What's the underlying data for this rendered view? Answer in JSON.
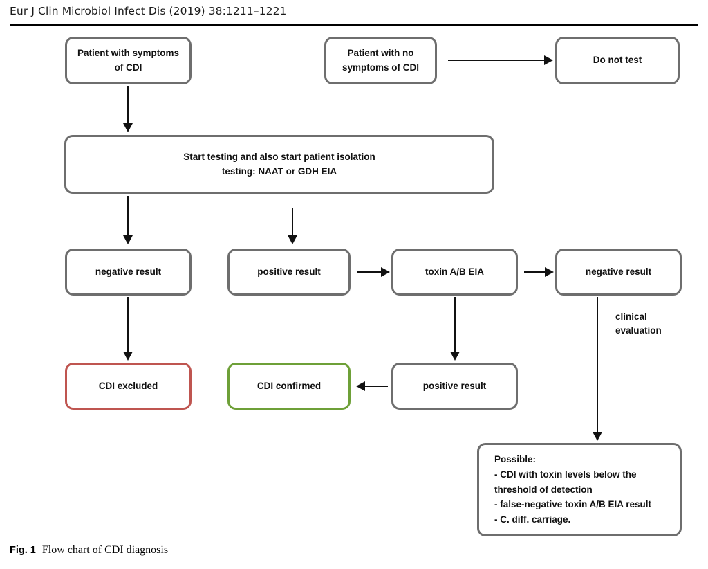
{
  "header": {
    "running_head": "Eur J Clin Microbiol Infect Dis (2019) 38:1211–1221"
  },
  "caption": {
    "figure_number": "Fig. 1",
    "figure_text": "Flow chart of CDI diagnosis"
  },
  "colors": {
    "box_border_default": "#6e6e6e",
    "box_border_excluded": "#bf5550",
    "box_border_confirmed": "#6ea038",
    "connector": "#111111",
    "text": "#111111",
    "background": "#ffffff"
  },
  "flowchart": {
    "title": "Flow chart of CDI diagnosis",
    "nodes": [
      {
        "id": "patient-with-symptoms",
        "label": "Patient with symptoms\nof CDI",
        "style": "default"
      },
      {
        "id": "patient-no-symptoms",
        "label": "Patient with no\nsymptoms of CDI",
        "style": "default"
      },
      {
        "id": "do-not-test",
        "label": "Do not test",
        "style": "default"
      },
      {
        "id": "start-testing",
        "label": "Start testing and also start patient isolation\ntesting: NAAT or GDH EIA",
        "style": "default"
      },
      {
        "id": "negative-result-screen",
        "label": "negative result",
        "style": "default"
      },
      {
        "id": "positive-result-screen",
        "label": "positive result",
        "style": "default"
      },
      {
        "id": "toxin-ab-eia",
        "label": "toxin A/B EIA",
        "style": "default"
      },
      {
        "id": "negative-result-toxin",
        "label": "negative result",
        "style": "default"
      },
      {
        "id": "cdi-excluded",
        "label": "CDI excluded",
        "style": "red"
      },
      {
        "id": "cdi-confirmed",
        "label": "CDI confirmed",
        "style": "green"
      },
      {
        "id": "positive-result-toxin",
        "label": "positive result",
        "style": "default"
      },
      {
        "id": "possible-outcomes",
        "label": "Possible:\n- CDI with toxin levels below the\nthreshold of detection\n- false-negative toxin A/B EIA result\n- C. diff. carriage.",
        "style": "default"
      }
    ],
    "edges": [
      {
        "from": "patient-no-symptoms",
        "to": "do-not-test",
        "label": ""
      },
      {
        "from": "patient-with-symptoms",
        "to": "start-testing",
        "label": ""
      },
      {
        "from": "start-testing",
        "to": "negative-result-screen",
        "label": ""
      },
      {
        "from": "start-testing",
        "to": "positive-result-screen",
        "label": ""
      },
      {
        "from": "negative-result-screen",
        "to": "cdi-excluded",
        "label": ""
      },
      {
        "from": "positive-result-screen",
        "to": "toxin-ab-eia",
        "label": ""
      },
      {
        "from": "toxin-ab-eia",
        "to": "negative-result-toxin",
        "label": ""
      },
      {
        "from": "toxin-ab-eia",
        "to": "positive-result-toxin",
        "label": ""
      },
      {
        "from": "positive-result-toxin",
        "to": "cdi-confirmed",
        "label": ""
      },
      {
        "from": "negative-result-toxin",
        "to": "possible-outcomes",
        "label": "clinical\nevaluation"
      }
    ],
    "edge_labels": {
      "clinical_evaluation": "clinical\nevaluation"
    }
  }
}
